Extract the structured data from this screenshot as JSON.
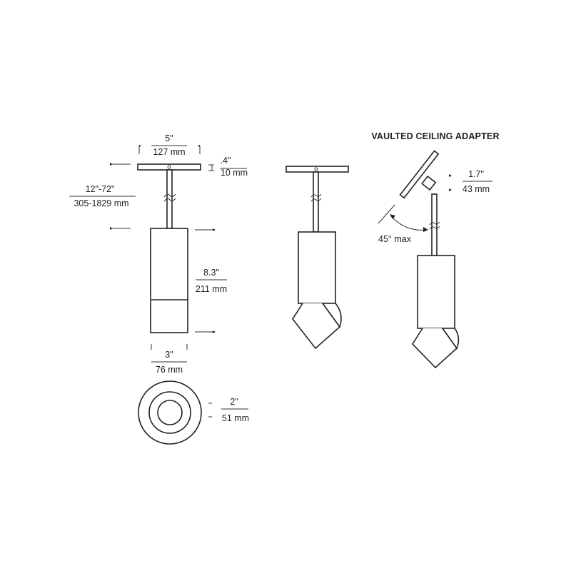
{
  "title": "VAULTED CEILING  ADAPTER",
  "dimensions": {
    "canopy_width": {
      "imperial": "5\"",
      "metric": "127 mm"
    },
    "canopy_height": {
      "imperial": ".4\"",
      "metric": "10 mm"
    },
    "overall_length": {
      "imperial": "12\"-72\"",
      "metric": "305-1829 mm"
    },
    "body_height": {
      "imperial": "8.3\"",
      "metric": "211 mm"
    },
    "body_width": {
      "imperial": "3\"",
      "metric": "76 mm"
    },
    "aperture": {
      "imperial": "2\"",
      "metric": "51 mm"
    },
    "adapter_height": {
      "imperial": "1.7\"",
      "metric": "43 mm"
    },
    "tilt": "45° max"
  }
}
